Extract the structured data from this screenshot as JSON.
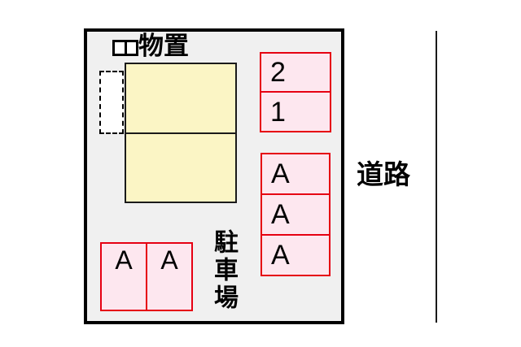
{
  "plot": {
    "shed_label": "物置",
    "parking_area_label": "駐車場",
    "numbered_spaces": [
      "2",
      "1"
    ],
    "side_spaces": [
      "A",
      "A",
      "A"
    ],
    "bottom_spaces": [
      "A",
      "A"
    ]
  },
  "road": {
    "label": "道路"
  },
  "colors": {
    "plot_fill": "#f0f0f0",
    "plot_border": "#000000",
    "building_fill": "#fbf5c5",
    "building_border": "#1a1a1a",
    "space_fill": "#fde7ef",
    "space_border": "#e60012",
    "text": "#000000"
  }
}
